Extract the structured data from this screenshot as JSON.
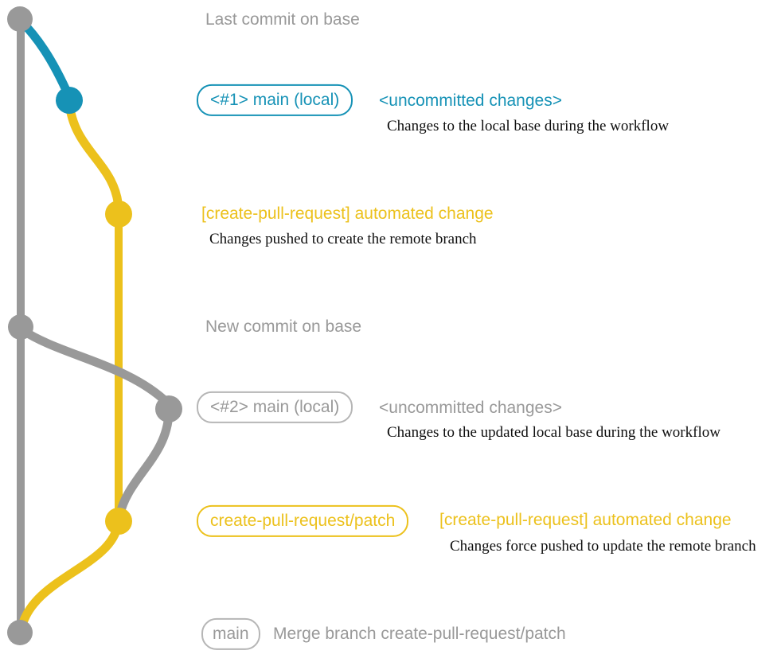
{
  "colors": {
    "gray": "#999999",
    "gray_light": "#b6b6b6",
    "teal": "#1692b6",
    "yellow": "#ecc11c",
    "black": "#0f0f0f"
  },
  "annotations": {
    "last_commit": "Last commit on base",
    "new_commit": "New commit on base"
  },
  "rows": {
    "r1": {
      "badge": "<#1> main (local)",
      "title": "<uncommitted changes>",
      "desc": "Changes to the local base during the workflow"
    },
    "r2": {
      "title": "[create-pull-request] automated change",
      "desc": "Changes pushed to create the remote branch"
    },
    "r3": {
      "badge": "<#2> main (local)",
      "title": "<uncommitted changes>",
      "desc": "Changes to the updated local base during the workflow"
    },
    "r4": {
      "badge": "create-pull-request/patch",
      "title": "[create-pull-request] automated change",
      "desc": "Changes force pushed to update the remote branch"
    },
    "r5": {
      "badge": "main",
      "title": "Merge branch create-pull-request/patch"
    }
  }
}
